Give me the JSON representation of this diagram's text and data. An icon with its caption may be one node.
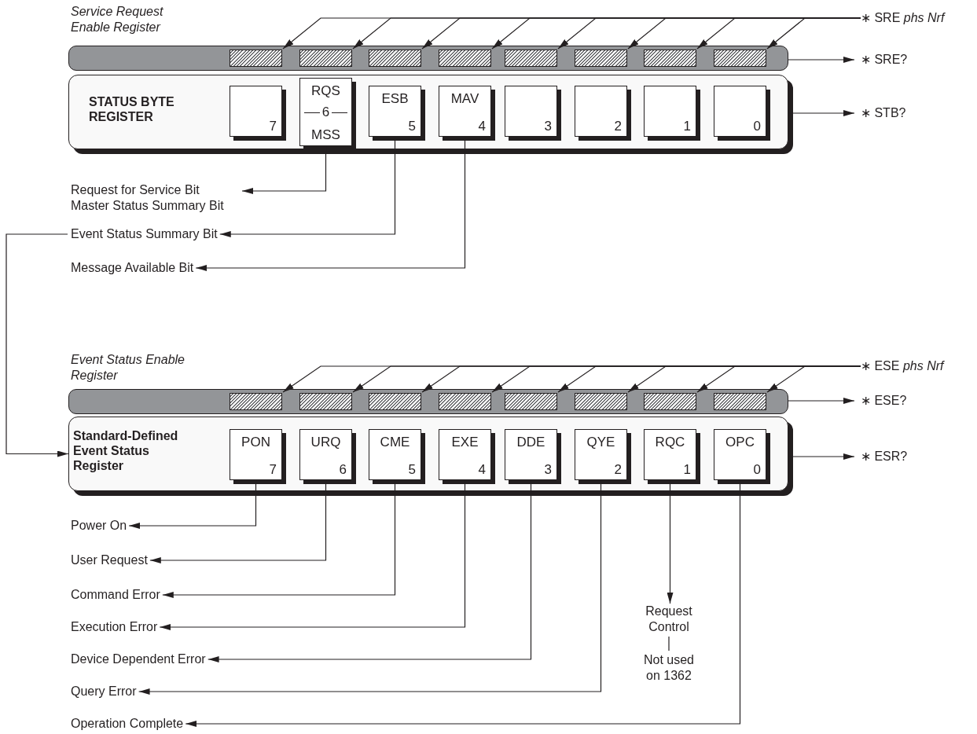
{
  "diagram": {
    "nodes": [
      {
        "text": [
          "STATUS BYTE REGISTER"
        ]
      },
      {
        "text": [
          "7"
        ],
        "in": 0
      },
      {
        "text": [
          "RQS",
          "6",
          "MSS"
        ],
        "in": 0
      },
      {
        "text": [
          "ESB",
          "5"
        ],
        "in": 0
      },
      {
        "text": [
          "MAV",
          "4"
        ],
        "in": 0
      },
      {
        "text": [
          "3"
        ],
        "in": 0
      },
      {
        "text": [
          "2"
        ],
        "in": 0
      },
      {
        "text": [
          "1"
        ],
        "in": 0
      },
      {
        "text": [
          "0"
        ],
        "in": 0
      },
      {
        "text": [
          "Service Request Enable Register"
        ]
      },
      {
        "text": [],
        "shape": "box",
        "in": 9
      },
      {
        "text": [],
        "shape": "box",
        "in": 9
      },
      {
        "text": [],
        "shape": "box",
        "in": 9
      },
      {
        "text": [],
        "shape": "box",
        "in": 9
      },
      {
        "text": [],
        "shape": "box",
        "in": 9
      },
      {
        "text": [],
        "shape": "box",
        "in": 9
      },
      {
        "text": [],
        "shape": "box",
        "in": 9
      },
      {
        "text": [],
        "shape": "box",
        "in": 9
      },
      {
        "text": [
          "∗ SRE *phs Nrf*"
        ]
      },
      {
        "text": [
          "∗ SRE?"
        ]
      },
      {
        "text": [
          "∗ STB?"
        ]
      },
      {
        "text": [
          "Request for Service Bit Master Status Summary Bit"
        ]
      },
      {
        "text": [
          "Event Status Summary Bit"
        ]
      },
      {
        "text": [
          "Message Available Bit"
        ]
      },
      {
        "text": [
          "Event Status Enable Register"
        ]
      },
      {
        "text": [],
        "shape": "box",
        "in": 24
      },
      {
        "text": [],
        "shape": "box",
        "in": 24
      },
      {
        "text": [],
        "shape": "box",
        "in": 24
      },
      {
        "text": [],
        "shape": "box",
        "in": 24
      },
      {
        "text": [],
        "shape": "box",
        "in": 24
      },
      {
        "text": [],
        "shape": "box",
        "in": 24
      },
      {
        "text": [],
        "shape": "box",
        "in": 24
      },
      {
        "text": [],
        "shape": "box",
        "in": 24
      },
      {
        "text": [
          "∗ ESE *phs Nrf*"
        ]
      },
      {
        "text": [
          "∗ ESE?"
        ]
      },
      {
        "text": [
          "Standard-Defined Event Status Register"
        ]
      },
      {
        "text": [
          "PON",
          "7"
        ],
        "in": 35
      },
      {
        "text": [
          "URQ",
          "6"
        ],
        "in": 35
      },
      {
        "text": [
          "CME",
          "5"
        ],
        "in": 35
      },
      {
        "text": [
          "EXE",
          "4"
        ],
        "in": 35
      },
      {
        "text": [
          "DDE",
          "3"
        ],
        "in": 35
      },
      {
        "text": [
          "QYE",
          "2"
        ],
        "in": 35
      },
      {
        "text": [
          "RQC",
          "1"
        ],
        "in": 35
      },
      {
        "text": [
          "OPC",
          "0"
        ],
        "in": 35
      },
      {
        "text": [
          "∗ ESR?"
        ]
      },
      {
        "text": [
          "Power On"
        ]
      },
      {
        "text": [
          "User Request"
        ]
      },
      {
        "text": [
          "Command Error"
        ]
      },
      {
        "text": [
          "Execution Error"
        ]
      },
      {
        "text": [
          "Device Dependent Error"
        ]
      },
      {
        "text": [
          "Query Error"
        ]
      },
      {
        "text": [
          "Operation Complete"
        ]
      },
      {
        "text": [
          "Request Control"
        ]
      },
      {
        "text": [
          "Not used on 1362"
        ]
      }
    ],
    "edges": [
      {
        "from": 18,
        "to": 10,
        "arrow": "to"
      },
      {
        "from": 18,
        "to": 11,
        "arrow": "to"
      },
      {
        "from": 18,
        "to": 12,
        "arrow": "to"
      },
      {
        "from": 18,
        "to": 13,
        "arrow": "to"
      },
      {
        "from": 18,
        "to": 14,
        "arrow": "to"
      },
      {
        "from": 18,
        "to": 15,
        "arrow": "to"
      },
      {
        "from": 18,
        "to": 16,
        "arrow": "to"
      },
      {
        "from": 18,
        "to": 17,
        "arrow": "to"
      },
      {
        "from": 9,
        "to": 19,
        "arrow": "to"
      },
      {
        "from": 0,
        "to": 20,
        "arrow": "to"
      },
      {
        "from": 2,
        "to": 21,
        "arrow": "to"
      },
      {
        "from": 3,
        "to": 22,
        "arrow": "to"
      },
      {
        "from": 4,
        "to": 23,
        "arrow": "to"
      },
      {
        "from": 22,
        "to": 35,
        "arrow": "to"
      },
      {
        "from": 33,
        "to": 25,
        "arrow": "to"
      },
      {
        "from": 33,
        "to": 26,
        "arrow": "to"
      },
      {
        "from": 33,
        "to": 27,
        "arrow": "to"
      },
      {
        "from": 33,
        "to": 28,
        "arrow": "to"
      },
      {
        "from": 33,
        "to": 29,
        "arrow": "to"
      },
      {
        "from": 33,
        "to": 30,
        "arrow": "to"
      },
      {
        "from": 33,
        "to": 31,
        "arrow": "to"
      },
      {
        "from": 33,
        "to": 32,
        "arrow": "to"
      },
      {
        "from": 24,
        "to": 34,
        "arrow": "to"
      },
      {
        "from": 35,
        "to": 44,
        "arrow": "to"
      },
      {
        "from": 36,
        "to": 45,
        "arrow": "to"
      },
      {
        "from": 37,
        "to": 46,
        "arrow": "to"
      },
      {
        "from": 38,
        "to": 47,
        "arrow": "to"
      },
      {
        "from": 39,
        "to": 48,
        "arrow": "to"
      },
      {
        "from": 40,
        "to": 49,
        "arrow": "to"
      },
      {
        "from": 41,
        "to": 50,
        "arrow": "to"
      },
      {
        "from": 43,
        "to": 51,
        "arrow": "to"
      },
      {
        "from": 42,
        "to": 52,
        "arrow": "to"
      },
      {
        "from": 52,
        "to": 53,
        "arrow": "none"
      }
    ]
  }
}
